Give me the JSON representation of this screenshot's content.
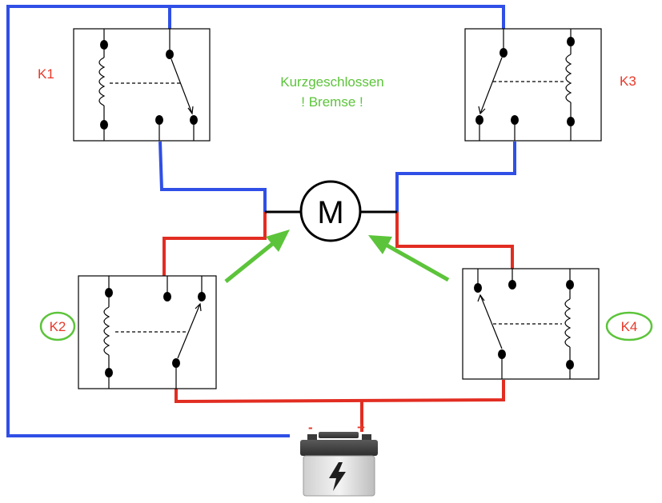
{
  "relays": {
    "k1": {
      "label": "K1"
    },
    "k2": {
      "label": "K2"
    },
    "k3": {
      "label": "K3"
    },
    "k4": {
      "label": "K4"
    }
  },
  "motor": {
    "label": "M"
  },
  "note": {
    "line1": "Kurzgeschlossen",
    "line2": "! Bremse !"
  },
  "battery": {
    "minus": "-",
    "plus": "+"
  },
  "colors": {
    "blue_wire": "#2f4fe6",
    "red_wire": "#e22d22",
    "label_red": "#e8392a",
    "highlight_green": "#5cc43a"
  }
}
